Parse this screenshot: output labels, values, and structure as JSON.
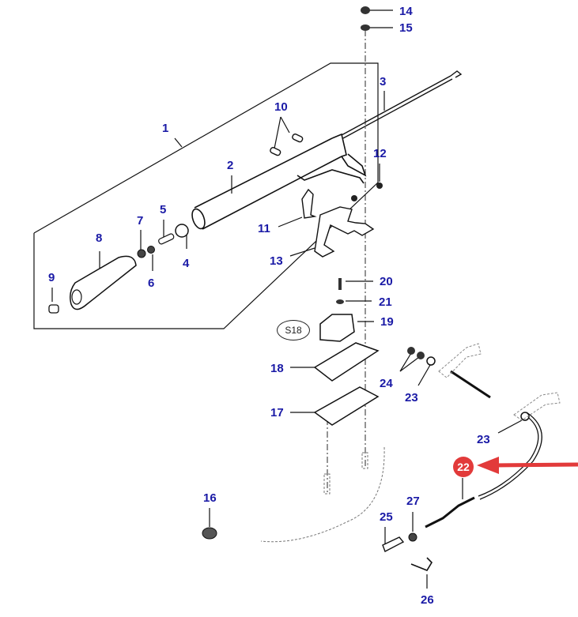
{
  "diagram": {
    "type": "exploded-parts-diagram",
    "subject": "handbrake lever assembly with cable",
    "section_reference": "S18",
    "highlighted_part": "22",
    "highlight_color": "#e23a3a",
    "callout_color": "#1a1aa6",
    "callouts": {
      "c1": "1",
      "c2": "2",
      "c3": "3",
      "c4": "4",
      "c5": "5",
      "c6": "6",
      "c7": "7",
      "c8": "8",
      "c9": "9",
      "c10": "10",
      "c11": "11",
      "c12": "12",
      "c13": "13",
      "c14": "14",
      "c15": "15",
      "c16": "16",
      "c17": "17",
      "c18": "18",
      "c19": "19",
      "c20": "20",
      "c21": "21",
      "c22": "22",
      "c23a": "23",
      "c23b": "23",
      "c24": "24",
      "c25": "25",
      "c26": "26",
      "c27": "27"
    }
  }
}
